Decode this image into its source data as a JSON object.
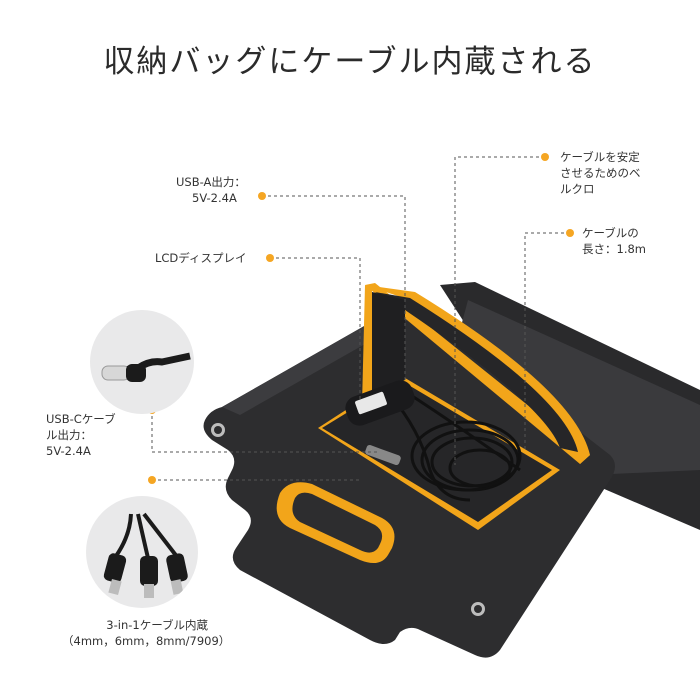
{
  "title": "収納バッグにケーブル内蔵される",
  "accent_color": "#f5a623",
  "labels": {
    "usb_a": [
      "USB-A出力：",
      "5V-2.4A"
    ],
    "lcd": "LCDディスプレイ",
    "velcro": [
      "ケーブルを安定",
      "させるためのベ",
      "ルクロ"
    ],
    "cable_length": [
      "ケーブルの",
      "長さ：1.8m"
    ],
    "usb_c": [
      "USB-Cケーブ",
      "ル出力：",
      "5V-2.4A"
    ],
    "three_in_one": [
      "3-in-1ケーブル内蔵",
      "（4mm，6mm，8mm/7909）"
    ]
  }
}
